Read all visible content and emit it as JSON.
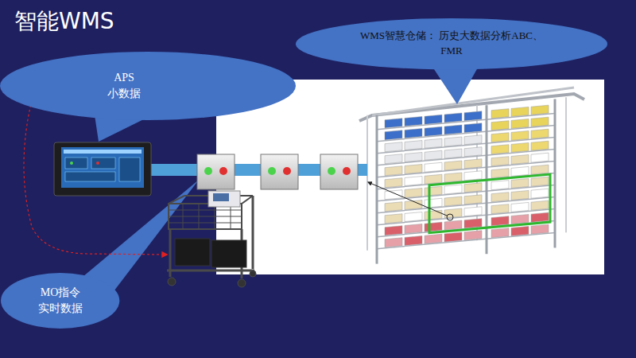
{
  "diagram": {
    "title": "智能WMS",
    "nodes": [
      {
        "text": [
          "APS 小数据"
        ]
      },
      {
        "text": [
          "WMS智慧仓储： 历史大数据分析ABC、FMR"
        ]
      },
      {
        "text": [
          "MO指令 实时数据"
        ]
      }
    ]
  }
}
